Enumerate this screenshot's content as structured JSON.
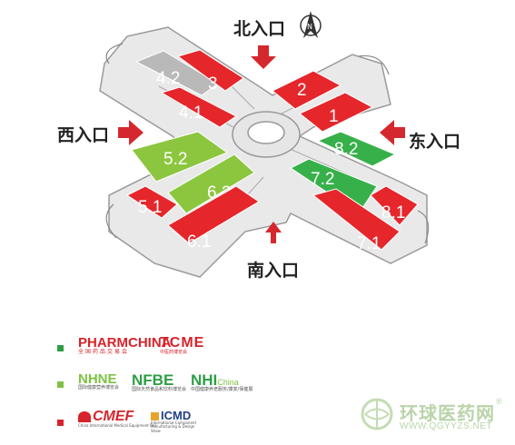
{
  "entrances": {
    "north": "北入口",
    "south": "南入口",
    "west": "西入口",
    "east": "东入口"
  },
  "compass": {
    "letter": "N"
  },
  "halls": [
    {
      "id": "4.2",
      "color": "gray"
    },
    {
      "id": "3",
      "color": "red"
    },
    {
      "id": "4.1",
      "color": "red"
    },
    {
      "id": "2",
      "color": "red"
    },
    {
      "id": "1",
      "color": "red"
    },
    {
      "id": "5.2",
      "color": "lightgreen"
    },
    {
      "id": "6.2",
      "color": "lightgreen"
    },
    {
      "id": "5.1",
      "color": "red"
    },
    {
      "id": "6.1",
      "color": "red"
    },
    {
      "id": "8.2",
      "color": "green"
    },
    {
      "id": "7.2",
      "color": "green"
    },
    {
      "id": "8.1",
      "color": "red"
    },
    {
      "id": "7.1",
      "color": "red"
    }
  ],
  "legend": [
    {
      "color": "#2e9e46",
      "brands": [
        {
          "name": "PHARMCHINA",
          "sub": "全国药品交易会",
          "color": "#d7232a"
        },
        {
          "name": "TCME",
          "sub": "中医药博览会",
          "color": "#d7232a"
        }
      ]
    },
    {
      "color": "#7dc242",
      "brands": [
        {
          "name": "NHNE",
          "sub": "国际健康营养博览会",
          "color": "#7dc242"
        },
        {
          "name": "NFBE",
          "sub": "国际天然食品和饮料博览会",
          "color": "#2e9e46"
        },
        {
          "name": "NHI",
          "suffix": "China",
          "sub": "中国健康养老服务/康复/保健展",
          "color": "#2e9e46"
        }
      ]
    },
    {
      "color": "#d7232a",
      "brands": [
        {
          "name": "CMEF",
          "sub": "China International Medical Equipment Fair",
          "color": "#d7232a"
        },
        {
          "name": "ICMD",
          "sub": "International Component Manufacturing & Design Show",
          "color": "#1e3f8a"
        }
      ]
    }
  ],
  "watermark": {
    "name": "环球医药网",
    "reg": "®",
    "url": "WWW.QGYYZS.NET"
  },
  "colors": {
    "red": "#e5262b",
    "green": "#37b04a",
    "lightgreen": "#8cc63f",
    "gray": "#b9b9b9",
    "arrow": "#d5282e",
    "base": "#e6e6e6",
    "baseStroke": "#9a9a9a"
  }
}
